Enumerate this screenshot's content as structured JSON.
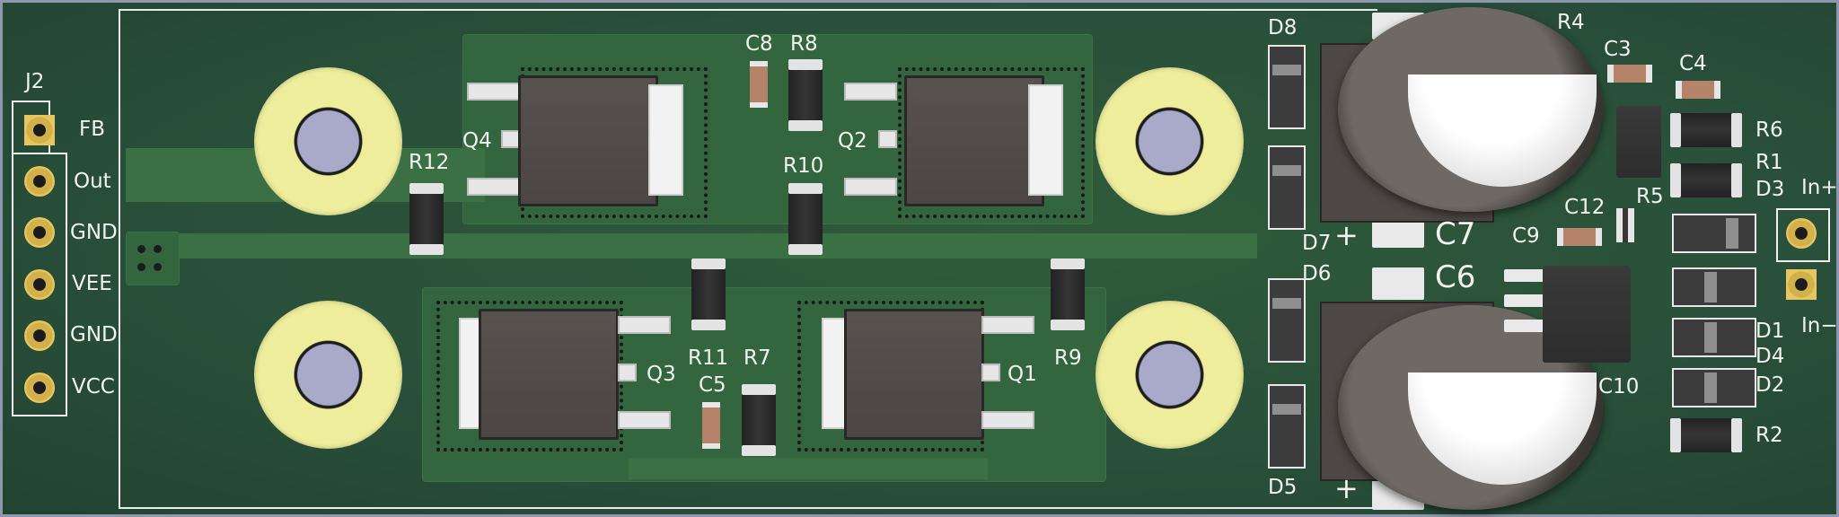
{
  "board": {
    "colors": {
      "soldermask": "#2b553b",
      "silkscreen": "#f2f2ee",
      "copper_pad": "#e7c65f",
      "hole_ring": "#eeed9c",
      "cap_body": "#b4836a"
    }
  },
  "connector": {
    "ref": "J2",
    "pins": [
      "FB",
      "Out",
      "GND",
      "VEE",
      "GND",
      "VCC"
    ]
  },
  "transistors": {
    "q1": "Q1",
    "q2": "Q2",
    "q3": "Q3",
    "q4": "Q4"
  },
  "resistors": {
    "r1": "R1",
    "r2": "R2",
    "r4": "R4",
    "r5": "R5",
    "r6": "R6",
    "r7": "R7",
    "r8": "R8",
    "r9": "R9",
    "r10": "R10",
    "r11": "R11",
    "r12": "R12"
  },
  "capacitors": {
    "c3": "C3",
    "c4": "C4",
    "c5": "C5",
    "c6": "C6",
    "c7": "C7",
    "c8": "C8",
    "c9": "C9",
    "c10": "C10",
    "c12": "C12"
  },
  "diodes": {
    "d1": "D1",
    "d2": "D2",
    "d3": "D3",
    "d4": "D4",
    "d5": "D5",
    "d6": "D6",
    "d7": "D7",
    "d8": "D8"
  },
  "input": {
    "plus": "In+",
    "minus": "In−"
  },
  "polarity": {
    "plus": "+"
  }
}
